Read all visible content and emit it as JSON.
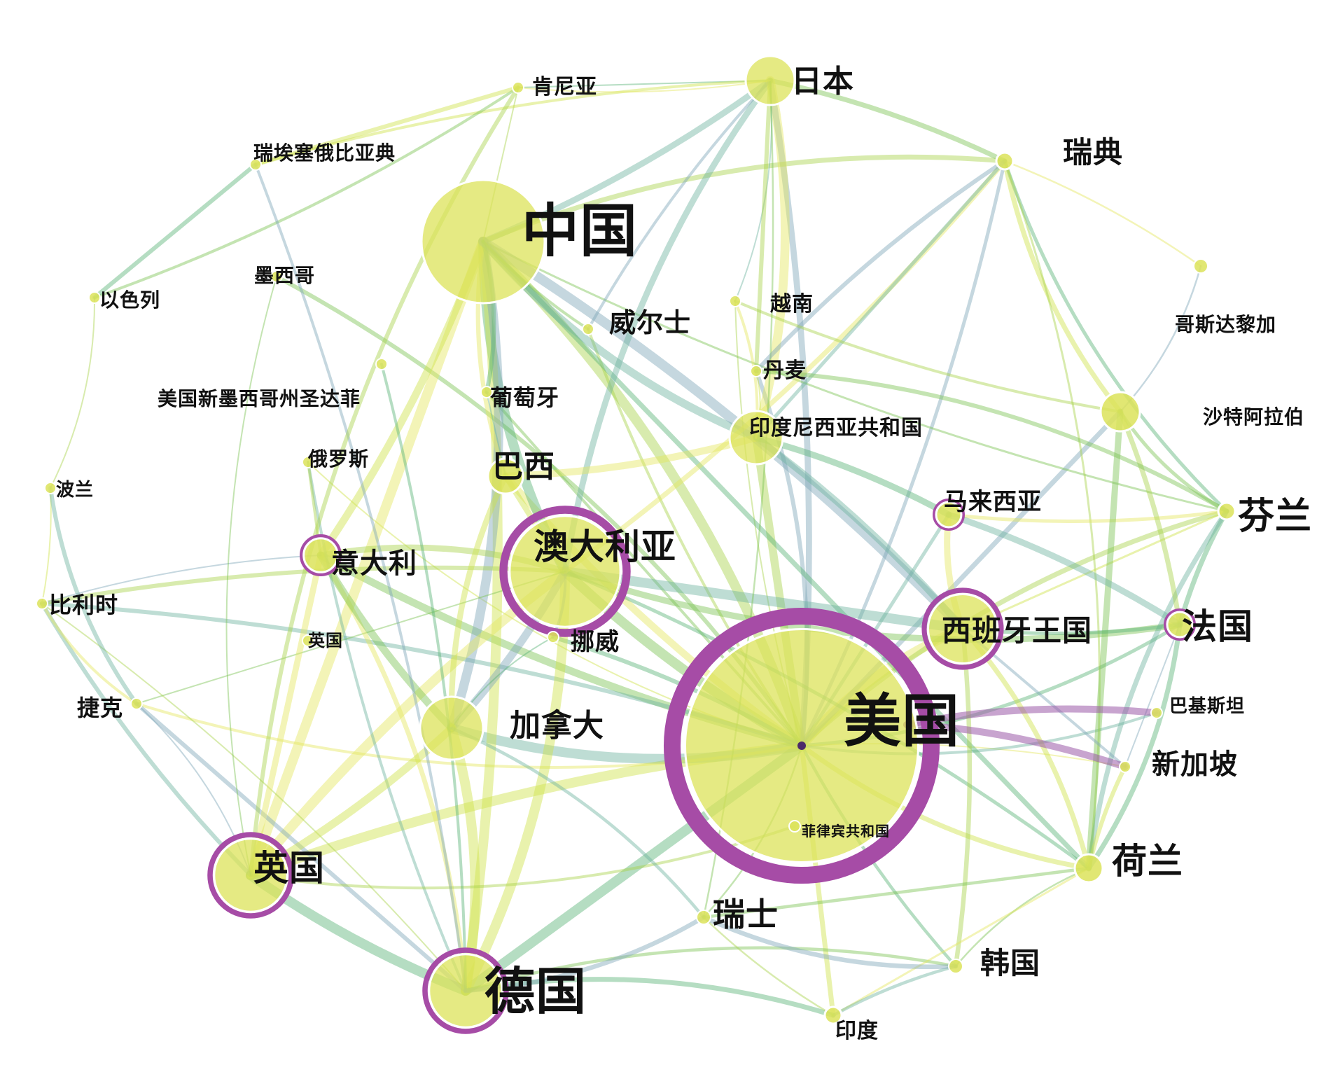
{
  "palette": {
    "edge_colors": [
      "#a9d34b",
      "#7cc455",
      "#5bb478",
      "#cfe24a",
      "#e4e660",
      "#6fb3a0",
      "#7fa6b8",
      "#9b5aa8"
    ],
    "node_fill": "#dce35a",
    "node_ring": "#a64ca6",
    "node_stroke": "#ffffff"
  },
  "nodes": [
    {
      "id": "us",
      "label": "美国",
      "ring": true
    },
    {
      "id": "cn",
      "label": "中国",
      "ring": false
    },
    {
      "id": "au",
      "label": "澳大利亚",
      "ring": true
    },
    {
      "id": "de",
      "label": "德国",
      "ring": true
    },
    {
      "id": "gb",
      "label": "英国",
      "ring": true
    },
    {
      "id": "es",
      "label": "西班牙王国",
      "ring": true
    },
    {
      "id": "ca",
      "label": "加拿大",
      "ring": false
    },
    {
      "id": "jp",
      "label": "日本",
      "ring": false
    },
    {
      "id": "id",
      "label": "印度尼西亚共和国",
      "ring": false
    },
    {
      "id": "it",
      "label": "意大利",
      "ring": true
    },
    {
      "id": "fr",
      "label": "法国",
      "ring": true
    },
    {
      "id": "nl",
      "label": "荷兰",
      "ring": false
    },
    {
      "id": "br",
      "label": "巴西",
      "ring": false
    },
    {
      "id": "my",
      "label": "马来西亚",
      "ring": true
    },
    {
      "id": "se",
      "label": "瑞典",
      "ring": false
    },
    {
      "id": "fi",
      "label": "芬兰",
      "ring": false
    },
    {
      "id": "sa",
      "label": "沙特阿拉伯",
      "ring": false
    },
    {
      "id": "ch",
      "label": "瑞士",
      "ring": false
    },
    {
      "id": "kr",
      "label": "韩国",
      "ring": false
    },
    {
      "id": "in",
      "label": "印度",
      "ring": false
    },
    {
      "id": "sg",
      "label": "新加坡",
      "ring": false
    },
    {
      "id": "pk",
      "label": "巴基斯坦",
      "ring": false
    },
    {
      "id": "cr",
      "label": "哥斯达黎加",
      "ring": false
    },
    {
      "id": "dk",
      "label": "丹麦",
      "ring": false
    },
    {
      "id": "vn",
      "label": "越南",
      "ring": false
    },
    {
      "id": "wales",
      "label": "威尔士",
      "ring": false
    },
    {
      "id": "pt",
      "label": "葡萄牙",
      "ring": false
    },
    {
      "id": "no",
      "label": "挪威",
      "ring": false
    },
    {
      "id": "ru",
      "label": "俄罗斯",
      "ring": false
    },
    {
      "id": "nm",
      "label": "美国新墨西哥州圣达菲",
      "ring": false
    },
    {
      "id": "mx",
      "label": "墨西哥",
      "ring": false
    },
    {
      "id": "il",
      "label": "以色列",
      "ring": false
    },
    {
      "id": "et",
      "label": "瑞埃塞俄比亚典",
      "ring": false
    },
    {
      "id": "ke",
      "label": "肯尼亚",
      "ring": false
    },
    {
      "id": "pl",
      "label": "波兰",
      "ring": false
    },
    {
      "id": "be",
      "label": "比利时",
      "ring": false
    },
    {
      "id": "cz",
      "label": "捷克",
      "ring": false
    },
    {
      "id": "gb2",
      "label": "英国",
      "ring": false
    },
    {
      "id": "ph",
      "label": "菲律宾共和国",
      "ring": false
    }
  ],
  "edges": [
    [
      "us",
      "cn"
    ],
    [
      "us",
      "au"
    ],
    [
      "us",
      "de"
    ],
    [
      "us",
      "gb"
    ],
    [
      "us",
      "es"
    ],
    [
      "us",
      "ca"
    ],
    [
      "us",
      "jp"
    ],
    [
      "us",
      "id"
    ],
    [
      "us",
      "it"
    ],
    [
      "us",
      "fr"
    ],
    [
      "us",
      "nl"
    ],
    [
      "us",
      "br"
    ],
    [
      "us",
      "my"
    ],
    [
      "us",
      "se"
    ],
    [
      "us",
      "fi"
    ],
    [
      "us",
      "ch"
    ],
    [
      "us",
      "kr"
    ],
    [
      "us",
      "in"
    ],
    [
      "us",
      "sg"
    ],
    [
      "us",
      "pk"
    ],
    [
      "us",
      "dk"
    ],
    [
      "us",
      "vn"
    ],
    [
      "us",
      "pt"
    ],
    [
      "us",
      "no"
    ],
    [
      "us",
      "ru"
    ],
    [
      "us",
      "cz"
    ],
    [
      "us",
      "be"
    ],
    [
      "us",
      "sa"
    ],
    [
      "us",
      "wales"
    ],
    [
      "us",
      "mx"
    ],
    [
      "cn",
      "au"
    ],
    [
      "cn",
      "de"
    ],
    [
      "cn",
      "gb"
    ],
    [
      "cn",
      "jp"
    ],
    [
      "cn",
      "ca"
    ],
    [
      "cn",
      "se"
    ],
    [
      "cn",
      "fi"
    ],
    [
      "cn",
      "nl"
    ],
    [
      "cn",
      "it"
    ],
    [
      "cn",
      "br"
    ],
    [
      "cn",
      "id"
    ],
    [
      "cn",
      "es"
    ],
    [
      "cn",
      "ke"
    ],
    [
      "cn",
      "wales"
    ],
    [
      "cn",
      "pt"
    ],
    [
      "au",
      "de"
    ],
    [
      "au",
      "gb"
    ],
    [
      "au",
      "es"
    ],
    [
      "au",
      "ca"
    ],
    [
      "au",
      "it"
    ],
    [
      "au",
      "fr"
    ],
    [
      "au",
      "nl"
    ],
    [
      "au",
      "br"
    ],
    [
      "au",
      "se"
    ],
    [
      "au",
      "jp"
    ],
    [
      "au",
      "no"
    ],
    [
      "au",
      "be"
    ],
    [
      "au",
      "cz"
    ],
    [
      "de",
      "gb"
    ],
    [
      "de",
      "ca"
    ],
    [
      "de",
      "it"
    ],
    [
      "de",
      "ru"
    ],
    [
      "de",
      "cz"
    ],
    [
      "de",
      "be"
    ],
    [
      "de",
      "kr"
    ],
    [
      "de",
      "in"
    ],
    [
      "gb",
      "ca"
    ],
    [
      "gb",
      "it"
    ],
    [
      "gb",
      "be"
    ],
    [
      "gb",
      "cz"
    ],
    [
      "gb",
      "ph"
    ],
    [
      "jp",
      "se"
    ],
    [
      "jp",
      "ke"
    ],
    [
      "jp",
      "et"
    ],
    [
      "jp",
      "id"
    ],
    [
      "jp",
      "vn"
    ],
    [
      "jp",
      "wales"
    ],
    [
      "jp",
      "dk"
    ],
    [
      "jp",
      "ch"
    ],
    [
      "se",
      "fi"
    ],
    [
      "se",
      "sa"
    ],
    [
      "se",
      "cr"
    ],
    [
      "se",
      "id"
    ],
    [
      "se",
      "dk"
    ],
    [
      "se",
      "nl"
    ],
    [
      "fi",
      "sa"
    ],
    [
      "fi",
      "fr"
    ],
    [
      "fi",
      "es"
    ],
    [
      "fi",
      "my"
    ],
    [
      "fi",
      "nl"
    ],
    [
      "sa",
      "cr"
    ],
    [
      "sa",
      "fr"
    ],
    [
      "sa",
      "nl"
    ],
    [
      "es",
      "fr"
    ],
    [
      "es",
      "nl"
    ],
    [
      "es",
      "my"
    ],
    [
      "es",
      "id"
    ],
    [
      "es",
      "sg"
    ],
    [
      "es",
      "kr"
    ],
    [
      "nl",
      "kr"
    ],
    [
      "nl",
      "fr"
    ],
    [
      "nl",
      "sg"
    ],
    [
      "nl",
      "in"
    ],
    [
      "kr",
      "in"
    ],
    [
      "kr",
      "ch"
    ],
    [
      "il",
      "pl"
    ],
    [
      "il",
      "ke"
    ],
    [
      "il",
      "et"
    ],
    [
      "pl",
      "be"
    ],
    [
      "be",
      "cz"
    ],
    [
      "pl",
      "cz"
    ],
    [
      "be",
      "it"
    ],
    [
      "it",
      "ru"
    ],
    [
      "it",
      "ca"
    ],
    [
      "ca",
      "no"
    ],
    [
      "ca",
      "br"
    ],
    [
      "br",
      "id"
    ],
    [
      "br",
      "pt"
    ],
    [
      "et",
      "de"
    ],
    [
      "ke",
      "gb"
    ],
    [
      "mx",
      "gb"
    ],
    [
      "nm",
      "de"
    ],
    [
      "et",
      "ke"
    ],
    [
      "ke",
      "jp"
    ],
    [
      "ca",
      "ch"
    ],
    [
      "ch",
      "de"
    ],
    [
      "ch",
      "in"
    ],
    [
      "ch",
      "nl"
    ],
    [
      "id",
      "my"
    ],
    [
      "id",
      "dk"
    ],
    [
      "id",
      "vn"
    ],
    [
      "my",
      "fr"
    ],
    [
      "fr",
      "sg"
    ],
    [
      "vn",
      "sa"
    ],
    [
      "dk",
      "fi"
    ]
  ]
}
